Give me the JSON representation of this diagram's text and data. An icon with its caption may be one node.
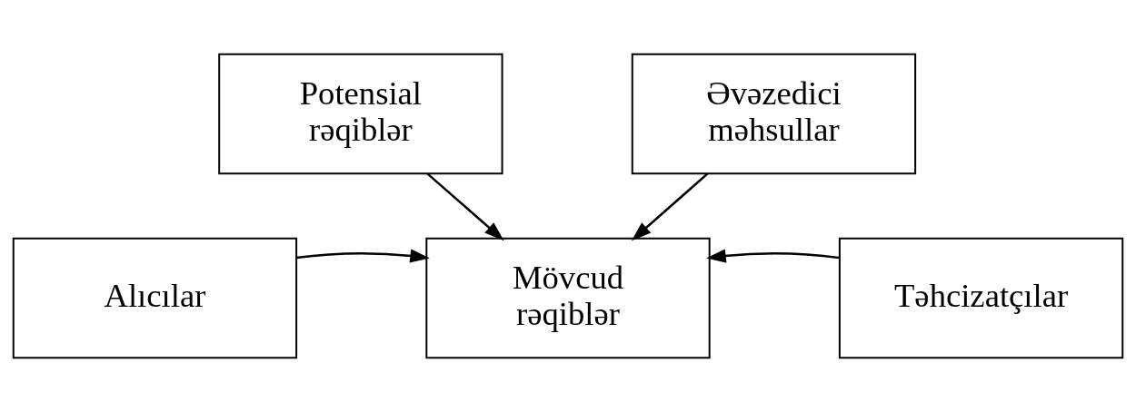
{
  "diagram": {
    "nodes": [
      {
        "text": [
          "Potensial rəqiblər"
        ]
      },
      {
        "text": [
          "Alıcılar"
        ]
      },
      {
        "text": [
          "Mövcud rəqiblər"
        ]
      },
      {
        "text": [
          "Təhcizatçılar"
        ]
      },
      {
        "text": [
          "Əvəzedici məhsullar"
        ]
      }
    ],
    "edges": [
      {
        "from": 0,
        "to": 2,
        "arrow": "to"
      },
      {
        "from": 1,
        "to": 2,
        "arrow": "to"
      },
      {
        "from": 3,
        "to": 2,
        "arrow": "to"
      },
      {
        "from": 4,
        "to": 2,
        "arrow": "to"
      }
    ]
  }
}
